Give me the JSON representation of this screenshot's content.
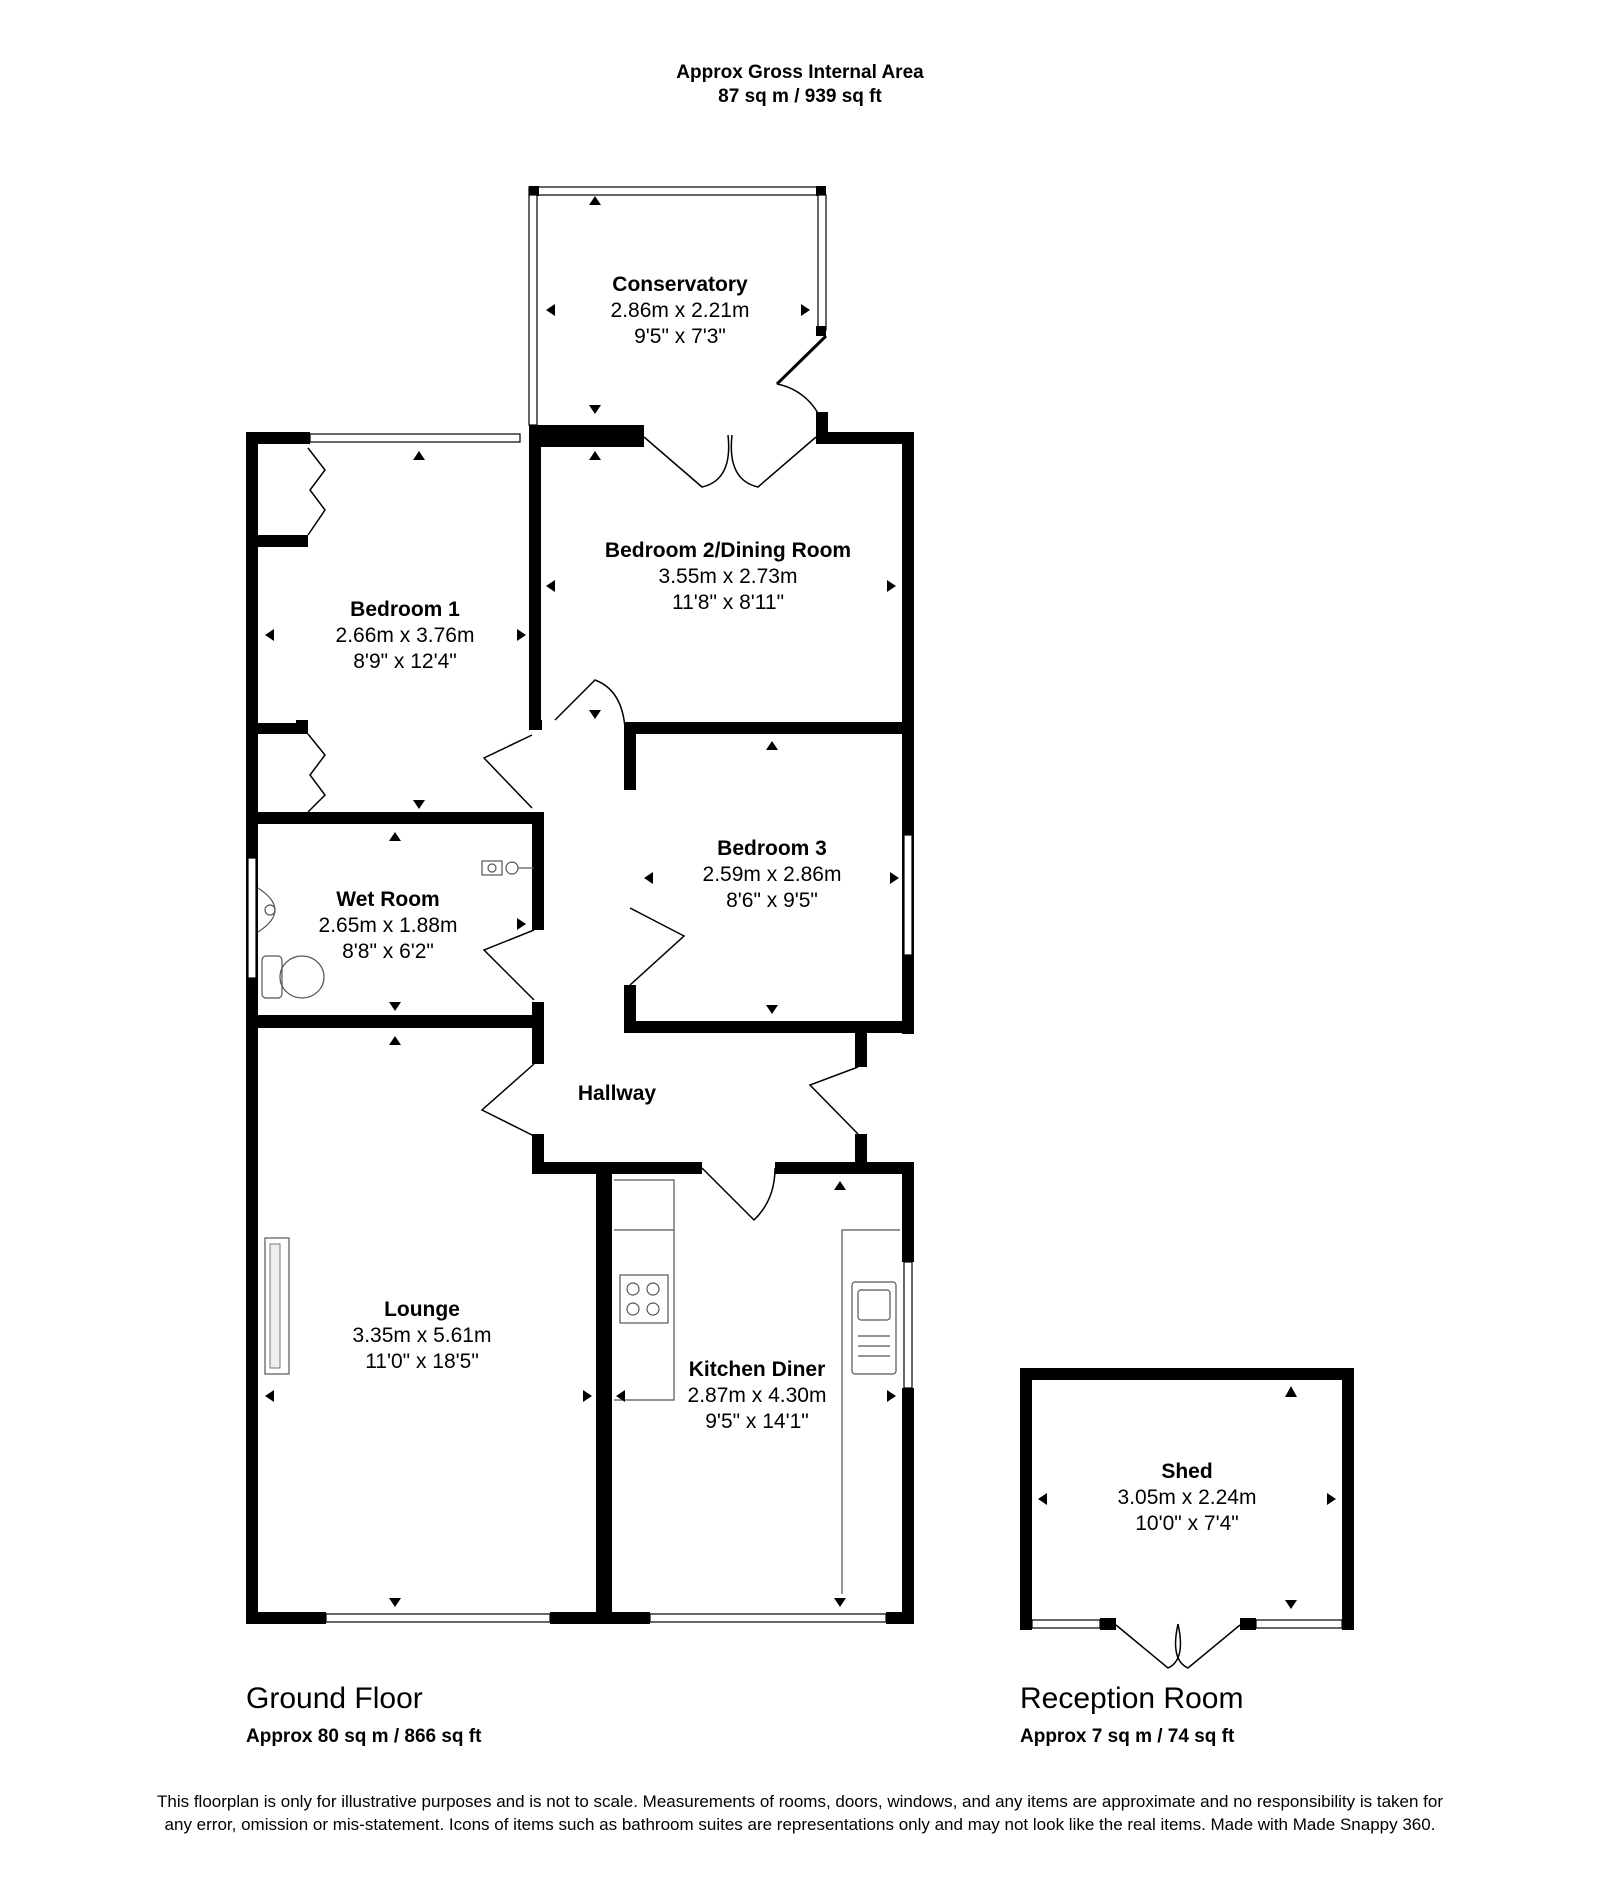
{
  "header": {
    "title": "Approx Gross Internal Area",
    "area": "87 sq m / 939 sq ft"
  },
  "rooms": {
    "conservatory": {
      "name": "Conservatory",
      "metric": "2.86m x 2.21m",
      "imperial": "9'5\" x 7'3\""
    },
    "bedroom1": {
      "name": "Bedroom 1",
      "metric": "2.66m x 3.76m",
      "imperial": "8'9\" x 12'4\""
    },
    "bedroom2": {
      "name": "Bedroom 2/Dining Room",
      "metric": "3.55m x 2.73m",
      "imperial": "11'8\" x 8'11\""
    },
    "bedroom3": {
      "name": "Bedroom 3",
      "metric": "2.59m x 2.86m",
      "imperial": "8'6\" x 9'5\""
    },
    "wetroom": {
      "name": "Wet Room",
      "metric": "2.65m x 1.88m",
      "imperial": "8'8\" x 6'2\""
    },
    "hallway": {
      "name": "Hallway"
    },
    "lounge": {
      "name": "Lounge",
      "metric": "3.35m x 5.61m",
      "imperial": "11'0\" x 18'5\""
    },
    "kitchen": {
      "name": "Kitchen Diner",
      "metric": "2.87m x 4.30m",
      "imperial": "9'5\" x 14'1\""
    },
    "shed": {
      "name": "Shed",
      "metric": "3.05m x 2.24m",
      "imperial": "10'0\" x 7'4\""
    }
  },
  "floors": {
    "ground": {
      "title": "Ground Floor",
      "area": "Approx 80 sq m / 866 sq ft"
    },
    "reception": {
      "title": "Reception Room",
      "area": "Approx 7 sq m / 74 sq ft"
    }
  },
  "disclaimer": "This floorplan is only for illustrative purposes and is not to scale. Measurements of rooms, doors, windows, and any items are approximate and no responsibility is taken for any error, omission or mis-statement. Icons of items such as bathroom suites are representations only and may not look like the real items. Made with Made Snappy 360."
}
